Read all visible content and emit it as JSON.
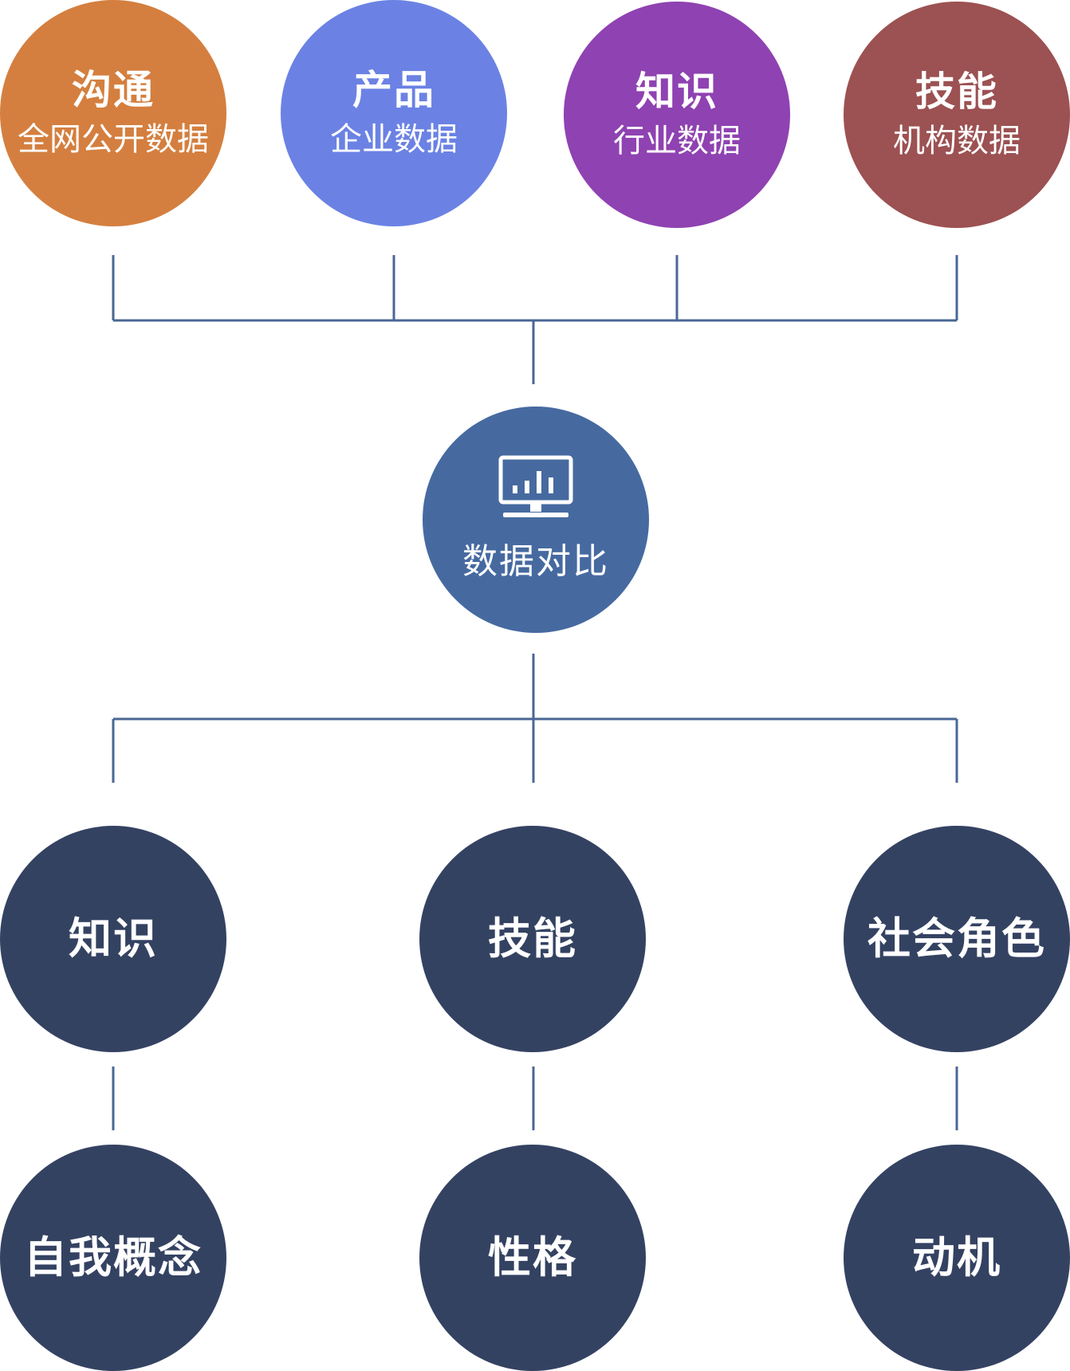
{
  "colors": {
    "line": "#4a6795",
    "sources": [
      "#d47f3f",
      "#6b82e4",
      "#8f42b1",
      "#9c5152"
    ],
    "center": "#466aa0",
    "dimensions": "#344262"
  },
  "sources": [
    {
      "title": "沟通",
      "subtitle": "全网公开数据"
    },
    {
      "title": "产品",
      "subtitle": "企业数据"
    },
    {
      "title": "知识",
      "subtitle": "行业数据"
    },
    {
      "title": "技能",
      "subtitle": "机构数据"
    }
  ],
  "center": {
    "icon": "monitor-bar-chart-icon",
    "label": "数据对比"
  },
  "dimensions": [
    {
      "top": "知识",
      "bottom": "自我概念"
    },
    {
      "top": "技能",
      "bottom": "性格"
    },
    {
      "top": "社会角色",
      "bottom": "动机"
    }
  ]
}
